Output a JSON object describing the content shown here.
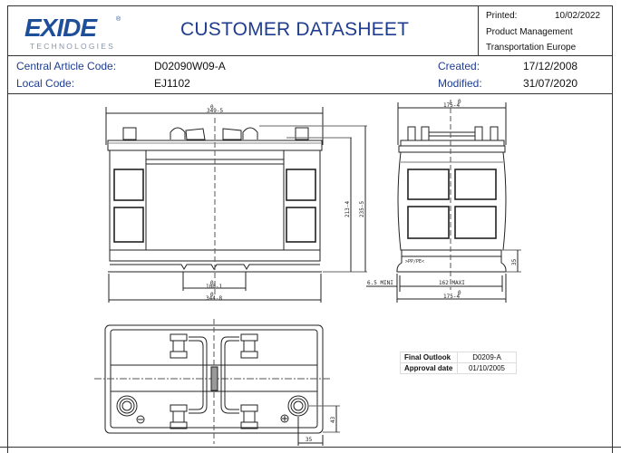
{
  "header": {
    "logo_main": "EXIDE",
    "logo_registered": "®",
    "logo_sub": "TECHNOLOGIES",
    "title": "CUSTOMER DATASHEET",
    "printed_label": "Printed:",
    "printed_value": "10/02/2022",
    "department": "Product Management",
    "division": "Transportation Europe"
  },
  "info": {
    "central_article_code_label": "Central Article Code:",
    "central_article_code_value": "D02090W09-A",
    "local_code_label": "Local Code:",
    "local_code_value": "EJ1102",
    "created_label": "Created:",
    "created_value": "17/12/2008",
    "modified_label": "Modified:",
    "modified_value": "31/07/2020"
  },
  "drawing": {
    "front_view": {
      "top_width": "349-5",
      "top_width_tol": "0",
      "height_small": "213-4",
      "height_small_tol": "0",
      "height_total": "235-5",
      "height_total_tol": "0",
      "bottom_inner": "100-1",
      "bottom_inner_tol": "0",
      "bottom_width": "344-8",
      "bottom_width_tol": "0"
    },
    "side_view": {
      "top_width": "175-4",
      "top_width_tol": "0",
      "material_label": ">PP/PE<",
      "base_height": "35",
      "ledge_label": "6.5 MINI",
      "inner_width": "162 MAXI",
      "bottom_width": "175-4",
      "bottom_width_tol": "0"
    },
    "top_view": {
      "terminal_offset_y": "43",
      "terminal_offset_x": "35"
    }
  },
  "meta_table": {
    "rows": [
      {
        "key": "Final Outlook",
        "value": "D0209-A"
      },
      {
        "key": "Approval date",
        "value": "01/10/2005"
      }
    ]
  }
}
